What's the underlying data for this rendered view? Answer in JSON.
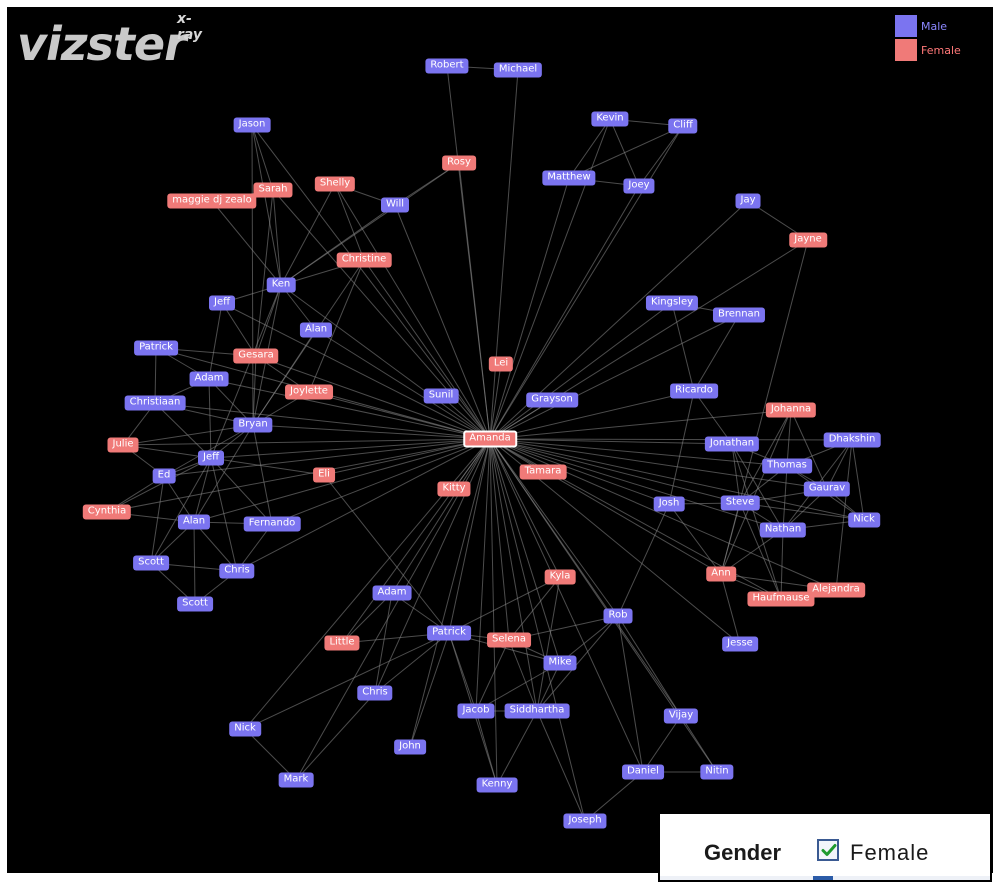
{
  "app": {
    "logo_text": "vizster",
    "logo_sub": "x-ray"
  },
  "legend": {
    "items": [
      {
        "label": "Male",
        "color": "#7b74f0",
        "text_color": "#8c88ff"
      },
      {
        "label": "Female",
        "color": "#f07a78",
        "text_color": "#ff7878"
      }
    ]
  },
  "colors": {
    "background": "#000000",
    "edge": "#8a8a8a",
    "male": "#7b74f0",
    "female": "#f07a78"
  },
  "filter": {
    "label": "Gender",
    "checked": true,
    "value": "Female"
  },
  "network": {
    "nodes": [
      {
        "id": "amanda",
        "label": "Amanda",
        "gender": "female",
        "center": true
      },
      {
        "id": "robert",
        "label": "Robert",
        "gender": "male"
      },
      {
        "id": "michael",
        "label": "Michael",
        "gender": "male"
      },
      {
        "id": "kevin",
        "label": "Kevin",
        "gender": "male"
      },
      {
        "id": "cliff",
        "label": "Cliff",
        "gender": "male"
      },
      {
        "id": "jason",
        "label": "Jason",
        "gender": "male"
      },
      {
        "id": "rosy",
        "label": "Rosy",
        "gender": "female"
      },
      {
        "id": "matthew",
        "label": "Matthew",
        "gender": "male"
      },
      {
        "id": "joey",
        "label": "Joey",
        "gender": "male"
      },
      {
        "id": "sarah",
        "label": "Sarah",
        "gender": "female"
      },
      {
        "id": "shelly",
        "label": "Shelly",
        "gender": "female"
      },
      {
        "id": "maggie",
        "label": "maggie dj zealo",
        "gender": "female"
      },
      {
        "id": "will",
        "label": "Will",
        "gender": "male"
      },
      {
        "id": "jay",
        "label": "Jay",
        "gender": "male"
      },
      {
        "id": "jayne",
        "label": "Jayne",
        "gender": "female"
      },
      {
        "id": "christine",
        "label": "Christine",
        "gender": "female"
      },
      {
        "id": "ken",
        "label": "Ken",
        "gender": "male"
      },
      {
        "id": "jeff1",
        "label": "Jeff",
        "gender": "male"
      },
      {
        "id": "kingsley",
        "label": "Kingsley",
        "gender": "male"
      },
      {
        "id": "brennan",
        "label": "Brennan",
        "gender": "male"
      },
      {
        "id": "alan1",
        "label": "Alan",
        "gender": "male"
      },
      {
        "id": "patrick1",
        "label": "Patrick",
        "gender": "male"
      },
      {
        "id": "gesara",
        "label": "Gesara",
        "gender": "female"
      },
      {
        "id": "lei",
        "label": "Lei",
        "gender": "female"
      },
      {
        "id": "adam1",
        "label": "Adam",
        "gender": "male"
      },
      {
        "id": "ricardo",
        "label": "Ricardo",
        "gender": "male"
      },
      {
        "id": "joylette",
        "label": "Joylette",
        "gender": "female"
      },
      {
        "id": "sunil",
        "label": "Sunil",
        "gender": "male"
      },
      {
        "id": "christiaan",
        "label": "Christiaan",
        "gender": "male"
      },
      {
        "id": "grayson",
        "label": "Grayson",
        "gender": "male"
      },
      {
        "id": "johanna",
        "label": "Johanna",
        "gender": "female"
      },
      {
        "id": "bryan",
        "label": "Bryan",
        "gender": "male"
      },
      {
        "id": "dhakshin",
        "label": "Dhakshin",
        "gender": "male"
      },
      {
        "id": "julie",
        "label": "Julie",
        "gender": "female"
      },
      {
        "id": "jonathan",
        "label": "Jonathan",
        "gender": "male"
      },
      {
        "id": "jeff2",
        "label": "Jeff",
        "gender": "male"
      },
      {
        "id": "thomas",
        "label": "Thomas",
        "gender": "male"
      },
      {
        "id": "tamara",
        "label": "Tamara",
        "gender": "female"
      },
      {
        "id": "ed",
        "label": "Ed",
        "gender": "male"
      },
      {
        "id": "eli",
        "label": "Eli",
        "gender": "female"
      },
      {
        "id": "gaurav",
        "label": "Gaurav",
        "gender": "male"
      },
      {
        "id": "kitty",
        "label": "Kitty",
        "gender": "female"
      },
      {
        "id": "josh",
        "label": "Josh",
        "gender": "male"
      },
      {
        "id": "steve",
        "label": "Steve",
        "gender": "male"
      },
      {
        "id": "cynthia",
        "label": "Cynthia",
        "gender": "female"
      },
      {
        "id": "nick1",
        "label": "Nick",
        "gender": "male"
      },
      {
        "id": "alan2",
        "label": "Alan",
        "gender": "male"
      },
      {
        "id": "fernando",
        "label": "Fernando",
        "gender": "male"
      },
      {
        "id": "nathan",
        "label": "Nathan",
        "gender": "male"
      },
      {
        "id": "scott1",
        "label": "Scott",
        "gender": "male"
      },
      {
        "id": "chris1",
        "label": "Chris",
        "gender": "male"
      },
      {
        "id": "ann",
        "label": "Ann",
        "gender": "female"
      },
      {
        "id": "kyla",
        "label": "Kyla",
        "gender": "female"
      },
      {
        "id": "alejandra",
        "label": "Alejandra",
        "gender": "female"
      },
      {
        "id": "adam2",
        "label": "Adam",
        "gender": "male"
      },
      {
        "id": "haufmause",
        "label": "Haufmause",
        "gender": "female"
      },
      {
        "id": "scott2",
        "label": "Scott",
        "gender": "male"
      },
      {
        "id": "rob",
        "label": "Rob",
        "gender": "male"
      },
      {
        "id": "patrick2",
        "label": "Patrick",
        "gender": "male"
      },
      {
        "id": "selena",
        "label": "Selena",
        "gender": "female"
      },
      {
        "id": "little",
        "label": "Little",
        "gender": "female"
      },
      {
        "id": "jesse",
        "label": "Jesse",
        "gender": "male"
      },
      {
        "id": "mike",
        "label": "Mike",
        "gender": "male"
      },
      {
        "id": "chris2",
        "label": "Chris",
        "gender": "male"
      },
      {
        "id": "jacob",
        "label": "Jacob",
        "gender": "male"
      },
      {
        "id": "siddhartha",
        "label": "Siddhartha",
        "gender": "male"
      },
      {
        "id": "vijay",
        "label": "Vijay",
        "gender": "male"
      },
      {
        "id": "nick2",
        "label": "Nick",
        "gender": "male"
      },
      {
        "id": "john",
        "label": "John",
        "gender": "male"
      },
      {
        "id": "daniel",
        "label": "Daniel",
        "gender": "male"
      },
      {
        "id": "nitin",
        "label": "Nitin",
        "gender": "male"
      },
      {
        "id": "mark",
        "label": "Mark",
        "gender": "male"
      },
      {
        "id": "kenny",
        "label": "Kenny",
        "gender": "male"
      },
      {
        "id": "joseph",
        "label": "Joseph",
        "gender": "male"
      }
    ],
    "edges": [
      [
        "amanda",
        "robert"
      ],
      [
        "amanda",
        "michael"
      ],
      [
        "amanda",
        "kevin"
      ],
      [
        "amanda",
        "cliff"
      ],
      [
        "amanda",
        "jason"
      ],
      [
        "amanda",
        "rosy"
      ],
      [
        "amanda",
        "matthew"
      ],
      [
        "amanda",
        "joey"
      ],
      [
        "amanda",
        "sarah"
      ],
      [
        "amanda",
        "shelly"
      ],
      [
        "amanda",
        "will"
      ],
      [
        "amanda",
        "jay"
      ],
      [
        "amanda",
        "jayne"
      ],
      [
        "amanda",
        "christine"
      ],
      [
        "amanda",
        "ken"
      ],
      [
        "amanda",
        "jeff1"
      ],
      [
        "amanda",
        "kingsley"
      ],
      [
        "amanda",
        "brennan"
      ],
      [
        "amanda",
        "alan1"
      ],
      [
        "amanda",
        "patrick1"
      ],
      [
        "amanda",
        "gesara"
      ],
      [
        "amanda",
        "lei"
      ],
      [
        "amanda",
        "adam1"
      ],
      [
        "amanda",
        "ricardo"
      ],
      [
        "amanda",
        "joylette"
      ],
      [
        "amanda",
        "sunil"
      ],
      [
        "amanda",
        "christiaan"
      ],
      [
        "amanda",
        "grayson"
      ],
      [
        "amanda",
        "johanna"
      ],
      [
        "amanda",
        "bryan"
      ],
      [
        "amanda",
        "dhakshin"
      ],
      [
        "amanda",
        "julie"
      ],
      [
        "amanda",
        "jonathan"
      ],
      [
        "amanda",
        "jeff2"
      ],
      [
        "amanda",
        "thomas"
      ],
      [
        "amanda",
        "tamara"
      ],
      [
        "amanda",
        "ed"
      ],
      [
        "amanda",
        "eli"
      ],
      [
        "amanda",
        "gaurav"
      ],
      [
        "amanda",
        "kitty"
      ],
      [
        "amanda",
        "josh"
      ],
      [
        "amanda",
        "steve"
      ],
      [
        "amanda",
        "cynthia"
      ],
      [
        "amanda",
        "nick1"
      ],
      [
        "amanda",
        "alan2"
      ],
      [
        "amanda",
        "fernando"
      ],
      [
        "amanda",
        "nathan"
      ],
      [
        "amanda",
        "chris1"
      ],
      [
        "amanda",
        "ann"
      ],
      [
        "amanda",
        "kyla"
      ],
      [
        "amanda",
        "alejandra"
      ],
      [
        "amanda",
        "adam2"
      ],
      [
        "amanda",
        "haufmause"
      ],
      [
        "amanda",
        "rob"
      ],
      [
        "amanda",
        "patrick2"
      ],
      [
        "amanda",
        "selena"
      ],
      [
        "amanda",
        "little"
      ],
      [
        "amanda",
        "jesse"
      ],
      [
        "amanda",
        "mike"
      ],
      [
        "amanda",
        "chris2"
      ],
      [
        "amanda",
        "jacob"
      ],
      [
        "amanda",
        "siddhartha"
      ],
      [
        "amanda",
        "vijay"
      ],
      [
        "amanda",
        "nick2"
      ],
      [
        "amanda",
        "john"
      ],
      [
        "amanda",
        "daniel"
      ],
      [
        "amanda",
        "nitin"
      ],
      [
        "amanda",
        "mark"
      ],
      [
        "amanda",
        "kenny"
      ],
      [
        "amanda",
        "joseph"
      ],
      [
        "robert",
        "michael"
      ],
      [
        "kevin",
        "cliff"
      ],
      [
        "kevin",
        "matthew"
      ],
      [
        "kevin",
        "joey"
      ],
      [
        "cliff",
        "joey"
      ],
      [
        "cliff",
        "matthew"
      ],
      [
        "matthew",
        "joey"
      ],
      [
        "rosy",
        "will"
      ],
      [
        "rosy",
        "ken"
      ],
      [
        "jason",
        "sarah"
      ],
      [
        "jason",
        "ken"
      ],
      [
        "jason",
        "bryan"
      ],
      [
        "sarah",
        "ken"
      ],
      [
        "sarah",
        "gesara"
      ],
      [
        "shelly",
        "will"
      ],
      [
        "shelly",
        "ken"
      ],
      [
        "shelly",
        "christine"
      ],
      [
        "maggie",
        "ken"
      ],
      [
        "maggie",
        "sarah"
      ],
      [
        "will",
        "ken"
      ],
      [
        "christine",
        "ken"
      ],
      [
        "christine",
        "joylette"
      ],
      [
        "christine",
        "bryan"
      ],
      [
        "ken",
        "jeff1"
      ],
      [
        "ken",
        "alan1"
      ],
      [
        "ken",
        "gesara"
      ],
      [
        "ken",
        "bryan"
      ],
      [
        "ken",
        "jeff2"
      ],
      [
        "jeff1",
        "gesara"
      ],
      [
        "jeff1",
        "adam1"
      ],
      [
        "alan1",
        "bryan"
      ],
      [
        "patrick1",
        "gesara"
      ],
      [
        "patrick1",
        "adam1"
      ],
      [
        "patrick1",
        "christiaan"
      ],
      [
        "gesara",
        "bryan"
      ],
      [
        "adam1",
        "bryan"
      ],
      [
        "adam1",
        "jeff2"
      ],
      [
        "adam1",
        "christiaan"
      ],
      [
        "christiaan",
        "bryan"
      ],
      [
        "christiaan",
        "jeff2"
      ],
      [
        "christiaan",
        "julie"
      ],
      [
        "joylette",
        "bryan"
      ],
      [
        "bryan",
        "julie"
      ],
      [
        "bryan",
        "jeff2"
      ],
      [
        "bryan",
        "ed"
      ],
      [
        "bryan",
        "fernando"
      ],
      [
        "bryan",
        "alan2"
      ],
      [
        "julie",
        "jeff2"
      ],
      [
        "julie",
        "ed"
      ],
      [
        "jeff2",
        "ed"
      ],
      [
        "jeff2",
        "alan2"
      ],
      [
        "jeff2",
        "cynthia"
      ],
      [
        "jeff2",
        "scott1"
      ],
      [
        "jeff2",
        "chris1"
      ],
      [
        "jeff2",
        "fernando"
      ],
      [
        "jeff2",
        "eli"
      ],
      [
        "ed",
        "alan2"
      ],
      [
        "ed",
        "cynthia"
      ],
      [
        "ed",
        "scott1"
      ],
      [
        "alan2",
        "fernando"
      ],
      [
        "alan2",
        "chris1"
      ],
      [
        "alan2",
        "scott1"
      ],
      [
        "alan2",
        "scott2"
      ],
      [
        "scott1",
        "chris1"
      ],
      [
        "scott1",
        "scott2"
      ],
      [
        "chris1",
        "scott2"
      ],
      [
        "chris1",
        "fernando"
      ],
      [
        "cynthia",
        "alan2"
      ],
      [
        "eli",
        "patrick2"
      ],
      [
        "gesara",
        "joylette"
      ],
      [
        "jay",
        "jayne"
      ],
      [
        "jayne",
        "ann"
      ],
      [
        "kingsley",
        "brennan"
      ],
      [
        "kingsley",
        "ricardo"
      ],
      [
        "brennan",
        "ricardo"
      ],
      [
        "ricardo",
        "jonathan"
      ],
      [
        "ricardo",
        "josh"
      ],
      [
        "johanna",
        "thomas"
      ],
      [
        "johanna",
        "steve"
      ],
      [
        "johanna",
        "gaurav"
      ],
      [
        "johanna",
        "ann"
      ],
      [
        "dhakshin",
        "thomas"
      ],
      [
        "dhakshin",
        "gaurav"
      ],
      [
        "dhakshin",
        "nick1"
      ],
      [
        "dhakshin",
        "nathan"
      ],
      [
        "dhakshin",
        "alejandra"
      ],
      [
        "jonathan",
        "thomas"
      ],
      [
        "jonathan",
        "steve"
      ],
      [
        "jonathan",
        "nathan"
      ],
      [
        "thomas",
        "gaurav"
      ],
      [
        "thomas",
        "steve"
      ],
      [
        "thomas",
        "nathan"
      ],
      [
        "thomas",
        "nick1"
      ],
      [
        "gaurav",
        "steve"
      ],
      [
        "gaurav",
        "nick1"
      ],
      [
        "gaurav",
        "nathan"
      ],
      [
        "josh",
        "steve"
      ],
      [
        "josh",
        "ann"
      ],
      [
        "josh",
        "rob"
      ],
      [
        "steve",
        "nathan"
      ],
      [
        "steve",
        "ann"
      ],
      [
        "steve",
        "haufmause"
      ],
      [
        "steve",
        "nick1"
      ],
      [
        "nathan",
        "nick1"
      ],
      [
        "nathan",
        "ann"
      ],
      [
        "nathan",
        "haufmause"
      ],
      [
        "ann",
        "haufmause"
      ],
      [
        "ann",
        "alejandra"
      ],
      [
        "ann",
        "jesse"
      ],
      [
        "haufmause",
        "alejandra"
      ],
      [
        "haufmause",
        "jonathan"
      ],
      [
        "kyla",
        "selena"
      ],
      [
        "kyla",
        "patrick2"
      ],
      [
        "kyla",
        "siddhartha"
      ],
      [
        "adam2",
        "patrick2"
      ],
      [
        "adam2",
        "little"
      ],
      [
        "adam2",
        "chris2"
      ],
      [
        "rob",
        "selena"
      ],
      [
        "rob",
        "mike"
      ],
      [
        "rob",
        "siddhartha"
      ],
      [
        "rob",
        "vijay"
      ],
      [
        "rob",
        "daniel"
      ],
      [
        "patrick2",
        "selena"
      ],
      [
        "patrick2",
        "little"
      ],
      [
        "patrick2",
        "chris2"
      ],
      [
        "patrick2",
        "jacob"
      ],
      [
        "patrick2",
        "mike"
      ],
      [
        "patrick2",
        "john"
      ],
      [
        "patrick2",
        "kenny"
      ],
      [
        "patrick2",
        "nick2"
      ],
      [
        "selena",
        "mike"
      ],
      [
        "selena",
        "jacob"
      ],
      [
        "selena",
        "siddhartha"
      ],
      [
        "mike",
        "jacob"
      ],
      [
        "mike",
        "siddhartha"
      ],
      [
        "jacob",
        "siddhartha"
      ],
      [
        "jacob",
        "kenny"
      ],
      [
        "siddhartha",
        "kenny"
      ],
      [
        "siddhartha",
        "joseph"
      ],
      [
        "vijay",
        "daniel"
      ],
      [
        "vijay",
        "nitin"
      ],
      [
        "daniel",
        "nitin"
      ],
      [
        "daniel",
        "joseph"
      ],
      [
        "nick2",
        "mark"
      ],
      [
        "chris2",
        "mark"
      ]
    ]
  }
}
